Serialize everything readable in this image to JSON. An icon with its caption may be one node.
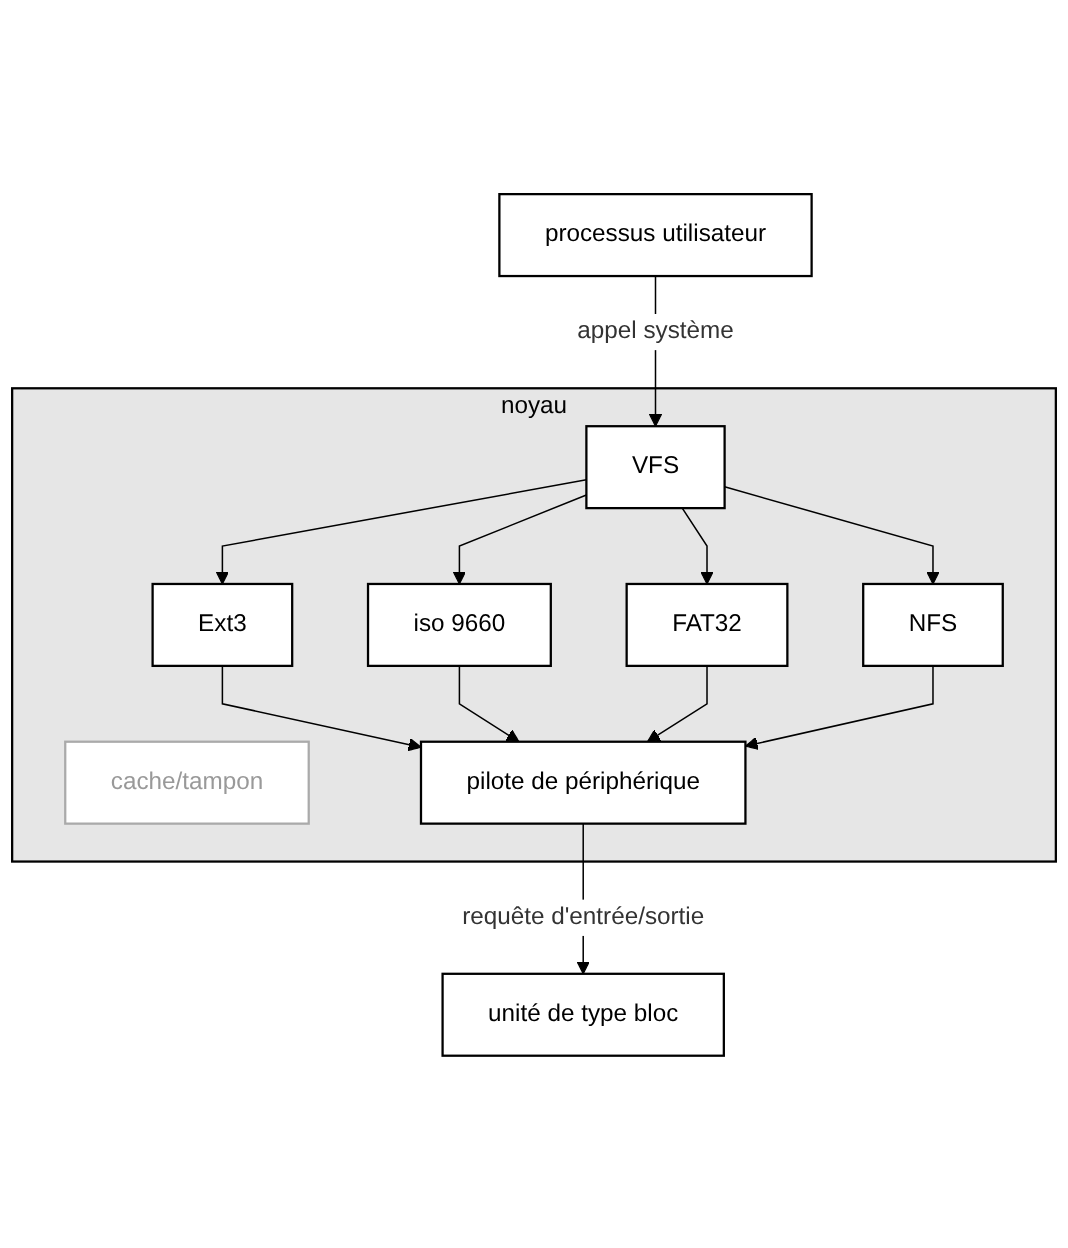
{
  "diagram": {
    "nodes": [
      {
        "text": [
          "processus utilisateur"
        ]
      },
      {
        "text": [
          "noyau"
        ]
      },
      {
        "text": [
          "VFS"
        ],
        "in": 1
      },
      {
        "text": [
          "Ext3"
        ],
        "in": 1
      },
      {
        "text": [
          "iso 9660"
        ],
        "in": 1
      },
      {
        "text": [
          "FAT32"
        ],
        "in": 1
      },
      {
        "text": [
          "NFS"
        ],
        "in": 1
      },
      {
        "text": [
          "cache/tampon"
        ],
        "in": 1
      },
      {
        "text": [
          "pilote de périphérique"
        ],
        "in": 1
      },
      {
        "text": [
          "unité de type bloc"
        ]
      }
    ],
    "edges": [
      {
        "from": 0,
        "to": 2,
        "arrow": "to",
        "label": "appel système"
      },
      {
        "from": 2,
        "to": 3,
        "arrow": "to"
      },
      {
        "from": 2,
        "to": 4,
        "arrow": "to"
      },
      {
        "from": 2,
        "to": 5,
        "arrow": "to"
      },
      {
        "from": 2,
        "to": 6,
        "arrow": "to"
      },
      {
        "from": 3,
        "to": 8,
        "arrow": "to"
      },
      {
        "from": 4,
        "to": 8,
        "arrow": "to"
      },
      {
        "from": 5,
        "to": 8,
        "arrow": "to"
      },
      {
        "from": 6,
        "to": 8,
        "arrow": "to"
      },
      {
        "from": 8,
        "to": 9,
        "arrow": "to",
        "label": "requête d'entrée/sortie"
      }
    ]
  }
}
